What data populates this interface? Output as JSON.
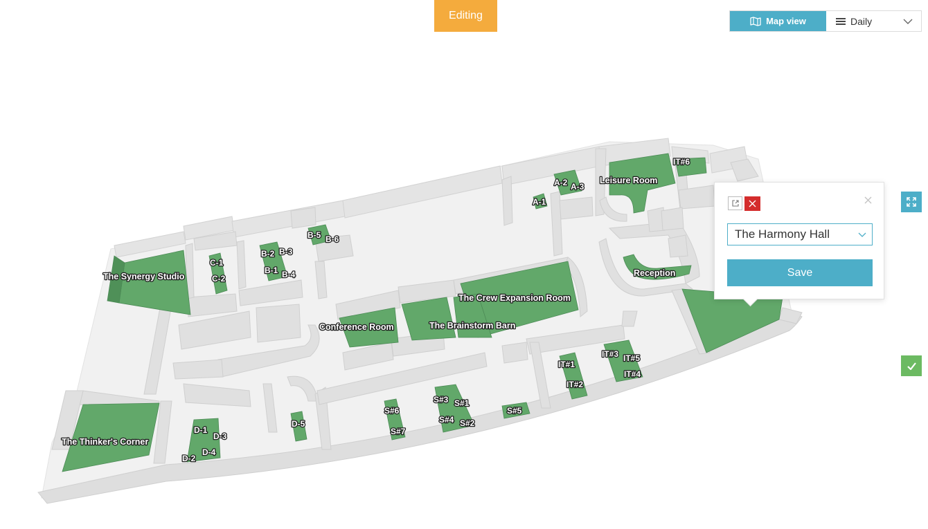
{
  "header": {
    "mode_label": "Editing"
  },
  "view": {
    "map_view_label": "Map view",
    "period_label": "Daily"
  },
  "popup": {
    "selected_room": "The Harmony Hall",
    "save_label": "Save"
  },
  "colors": {
    "accent": "#4daec8",
    "editing": "#f4ab3d",
    "room": "#62a86a",
    "delete": "#d42d2d",
    "confirm": "#6cba62"
  },
  "icons": [
    "map-icon",
    "list-icon",
    "chevron-down-icon",
    "external-link-icon",
    "delete-icon",
    "close-icon",
    "expand-icon",
    "check-icon"
  ],
  "map": {
    "labels": [
      {
        "id": "synergy",
        "text": "The Synergy Studio"
      },
      {
        "id": "c1",
        "text": "C-1"
      },
      {
        "id": "c2",
        "text": "C-2"
      },
      {
        "id": "b2",
        "text": "B-2"
      },
      {
        "id": "b3",
        "text": "B-3"
      },
      {
        "id": "b1",
        "text": "B-1"
      },
      {
        "id": "b4",
        "text": "B-4"
      },
      {
        "id": "b5",
        "text": "B-5"
      },
      {
        "id": "b6",
        "text": "B-6"
      },
      {
        "id": "a1",
        "text": "A-1"
      },
      {
        "id": "a2",
        "text": "A-2"
      },
      {
        "id": "a3",
        "text": "A-3"
      },
      {
        "id": "leisure",
        "text": "Leisure Room"
      },
      {
        "id": "it6",
        "text": "IT#6"
      },
      {
        "id": "reception",
        "text": "Reception"
      },
      {
        "id": "crew",
        "text": "The Crew Expansion Room"
      },
      {
        "id": "conference",
        "text": "Conference Room"
      },
      {
        "id": "brainstorm",
        "text": "The Brainstorm Barn"
      },
      {
        "id": "it1",
        "text": "IT#1"
      },
      {
        "id": "it2",
        "text": "IT#2"
      },
      {
        "id": "it3",
        "text": "IT#3"
      },
      {
        "id": "it5",
        "text": "IT#5"
      },
      {
        "id": "it4",
        "text": "IT#4"
      },
      {
        "id": "s6",
        "text": "S#6"
      },
      {
        "id": "s7",
        "text": "S#7"
      },
      {
        "id": "s3",
        "text": "S#3"
      },
      {
        "id": "s1",
        "text": "S#1"
      },
      {
        "id": "s4",
        "text": "S#4"
      },
      {
        "id": "s2",
        "text": "S#2"
      },
      {
        "id": "s5",
        "text": "S#5"
      },
      {
        "id": "d5",
        "text": "D-5"
      },
      {
        "id": "d1",
        "text": "D-1"
      },
      {
        "id": "d3",
        "text": "D-3"
      },
      {
        "id": "d4",
        "text": "D-4"
      },
      {
        "id": "d2",
        "text": "D-2"
      },
      {
        "id": "thinker",
        "text": "The Thinker's Corner"
      }
    ]
  }
}
